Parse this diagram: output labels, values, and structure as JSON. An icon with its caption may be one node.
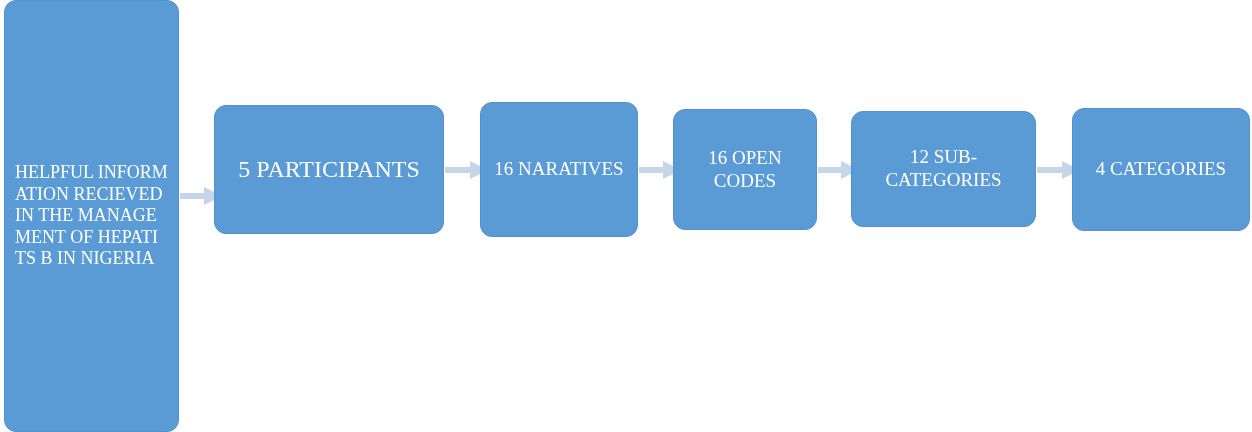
{
  "diagram": {
    "nodes": [
      {
        "text": [
          "HELPFUL INFORMATION RECIEVED IN THE MANAGEMENT OF HEPATITS B IN NIGERIA"
        ]
      },
      {
        "text": [
          "5 PARTICIPANTS"
        ]
      },
      {
        "text": [
          "16 NARATIVES"
        ]
      },
      {
        "text": [
          "16 OPEN CODES"
        ]
      },
      {
        "text": [
          "12 SUB- CATEGORIES"
        ]
      },
      {
        "text": [
          "4 CATEGORIES"
        ]
      }
    ],
    "edges": [
      {
        "from": 0,
        "to": 1,
        "arrow": "to"
      },
      {
        "from": 1,
        "to": 2,
        "arrow": "to"
      },
      {
        "from": 2,
        "to": 3,
        "arrow": "to"
      },
      {
        "from": 3,
        "to": 4,
        "arrow": "to"
      },
      {
        "from": 4,
        "to": 5,
        "arrow": "to"
      }
    ]
  }
}
